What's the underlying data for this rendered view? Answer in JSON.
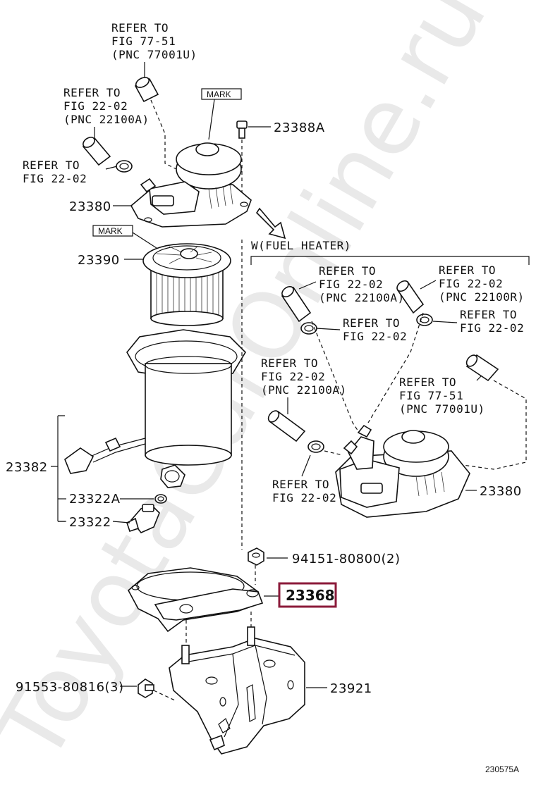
{
  "watermark": "ToyotaCarOnline.ru",
  "figure_id": "230575A",
  "refer": {
    "r1": [
      "REFER TO",
      "FIG 77-51",
      "(PNC 77001U)"
    ],
    "r2": [
      "REFER TO",
      "FIG 22-02",
      "(PNC 22100A)"
    ],
    "r3": [
      "REFER TO",
      "FIG 22-02"
    ],
    "r4": [
      "REFER TO",
      "FIG 22-02",
      "(PNC 22100A)"
    ],
    "r5": [
      "REFER TO",
      "FIG 22-02",
      "(PNC 22100R)"
    ],
    "r6": [
      "REFER TO",
      "FIG 22-02"
    ],
    "r7": [
      "REFER TO",
      "FIG 22-02"
    ],
    "r8": [
      "REFER TO",
      "FIG 22-02",
      "(PNC 22100A)"
    ],
    "r9": [
      "REFER TO",
      "FIG 77-51",
      "(PNC 77001U)"
    ],
    "r10": [
      "REFER TO",
      "FIG 22-02"
    ]
  },
  "marks": {
    "mark1": "MARK",
    "mark2": "MARK"
  },
  "variant_label": "W(FUEL HEATER)",
  "parts": {
    "p23388A": "23388A",
    "p23380": "23380",
    "p23390": "23390",
    "p23382": "23382",
    "p23322A": "23322A",
    "p23322": "23322",
    "p94151": "94151-80800(2)",
    "p23368": "23368",
    "p91553": "91553-80816(3)",
    "p23921": "23921",
    "p23380b": "23380"
  },
  "highlight_color": "#8b1a3a"
}
